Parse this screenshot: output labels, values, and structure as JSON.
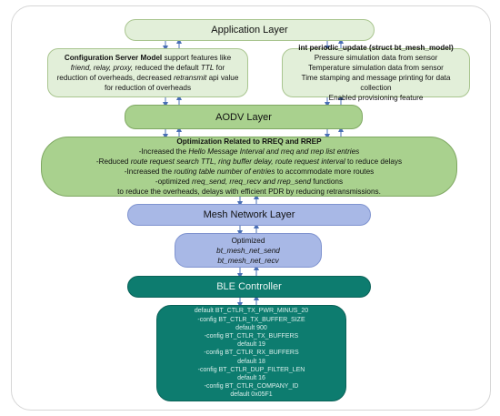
{
  "app_layer": {
    "label": "Application Layer"
  },
  "config_server": {
    "bold": "Configuration Server Model",
    "line1_rest": " support features like",
    "line2_italic": "friend, relay, proxy,",
    "line2_rest": " reduced the default ",
    "line2_ttl": "TTL",
    "line2_end": " for",
    "line3_pre": "reduction of overheads, decreased ",
    "line3_italic": "retransmit",
    "line3_rest": " api value",
    "line4": "for reduction of overheads"
  },
  "periodic_update": {
    "title": "int periodic_update (struct bt_mesh_model)",
    "lines": [
      "Pressure simulation data from sensor",
      "Temperature simulation data from sensor",
      "Time stamping and message printing for data collection",
      "Enabled provisioning feature"
    ]
  },
  "aodv_layer": {
    "label": "AODV Layer"
  },
  "optimization": {
    "title": "Optimization Related to RREQ and RREP",
    "l1_pre": "-Increased the ",
    "l1_italic": "Hello Message Interval and rreq and rrep list entries",
    "l2_pre": "-Reduced ",
    "l2_italic": "route request search TTL, ring buffer delay, route request interval",
    "l2_rest": " to reduce delays",
    "l3_pre": "-Increased the ",
    "l3_italic": "routing table number of entries",
    "l3_rest": " to accommodate more routes",
    "l4_pre": "-optimized ",
    "l4_italic": "rreq_send, rreq_recv and rrep_send",
    "l4_rest": " functions",
    "l5": "to reduce the overheads, delays with efficient PDR by reducing retransmissions."
  },
  "mesh_layer": {
    "label": "Mesh Network Layer"
  },
  "mesh_optimized": {
    "title": "Optimized",
    "f1": "bt_mesh_net_send",
    "f2": "bt_mesh_net_recv"
  },
  "ble_controller": {
    "label": "BLE Controller"
  },
  "ble_config": {
    "lines": [
      "default BT_CTLR_TX_PWR_MINUS_20",
      "-config BT_CTLR_TX_BUFFER_SIZE",
      "default 900",
      "-config BT_CTLR_TX_BUFFERS",
      "default 19",
      "-config BT_CTLR_RX_BUFFERS",
      "default 18",
      "-config BT_CTLR_DUP_FILTER_LEN",
      "default 16",
      "-config BT_CTLR_COMPANY_ID",
      "default 0x05F1"
    ]
  },
  "colors": {
    "light_green": "#e2efd9",
    "mid_green": "#a9d18e",
    "blue": "#a8b8e6",
    "teal": "#0d7c6f",
    "arrow": "#4a6fb5"
  }
}
